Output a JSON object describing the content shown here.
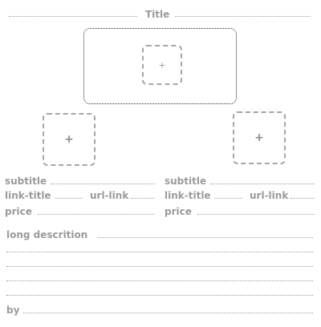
{
  "header": {
    "title": "Title"
  },
  "hero": {
    "add_icon": "plus-icon"
  },
  "cards": [
    {
      "add_icon": "plus-icon",
      "subtitle": "subtitle",
      "link_title": "link-title",
      "url_link": "url-link",
      "price": "price"
    },
    {
      "add_icon": "plus-icon",
      "subtitle": "subtitle",
      "link_title": "link-title",
      "url_link": "url-link",
      "price": "price"
    }
  ],
  "description": {
    "label": "long descrition"
  },
  "footer": {
    "by_label": "by"
  },
  "symbols": {
    "plus": "+"
  }
}
